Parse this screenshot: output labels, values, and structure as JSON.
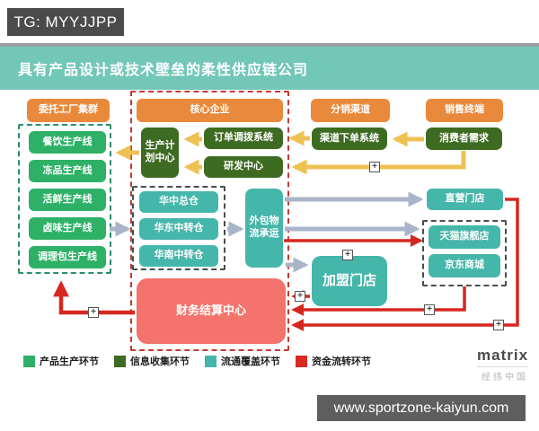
{
  "header": {
    "tg_label": "TG: MYYJJPP",
    "title": "具有产品设计或技术壁垒的柔性供应链公司"
  },
  "section_headers": {
    "factory_cluster": "委托工厂集群",
    "core_enterprise": "核心企业",
    "distribution_channel": "分销渠道",
    "sales_terminal": "销售终端"
  },
  "production_lines": [
    "餐饮生产线",
    "冻品生产线",
    "活鲜生产线",
    "卤味生产线",
    "调理包生产线"
  ],
  "core_boxes": {
    "production_planning": "生产计\n划中心",
    "order_dispatch": "订单调拨系统",
    "rd_center": "研发中心"
  },
  "channel_boxes": {
    "channel_order_system": "渠道下单系统",
    "consumer_demand": "消费者需求"
  },
  "warehouses": [
    "华中总仓",
    "华东中转仓",
    "华南中转仓"
  ],
  "logistics": {
    "outsourced_carrier": "外包物\n流承运"
  },
  "stores": {
    "direct_store": "直营门店",
    "tmall_flagship": "天猫旗舰店",
    "jd_mall": "京东商城",
    "franchise_store": "加盟门店"
  },
  "finance": {
    "settlement_center": "财务结算中心"
  },
  "legend": [
    {
      "label": "产品生产环节",
      "color": "#2eb167"
    },
    {
      "label": "信息收集环节",
      "color": "#3e6b22"
    },
    {
      "label": "流通覆盖环节",
      "color": "#45b6aa"
    },
    {
      "label": "资金流转环节",
      "color": "#d92a21"
    }
  ],
  "footer": {
    "logo": "matrix",
    "logo_sub": "经纬中国",
    "website": "www.sportzone-kaiyun.com"
  },
  "colors": {
    "banner": "#72c7b7",
    "header_box": "#e9893b",
    "info_box": "#3e6b22",
    "production_box": "#2eb167",
    "circulation_box": "#45b6aa",
    "finance_box": "#f4736c",
    "arrow_yellow": "#eec153",
    "arrow_gray": "#aab4c9",
    "arrow_red": "#d5271f"
  }
}
